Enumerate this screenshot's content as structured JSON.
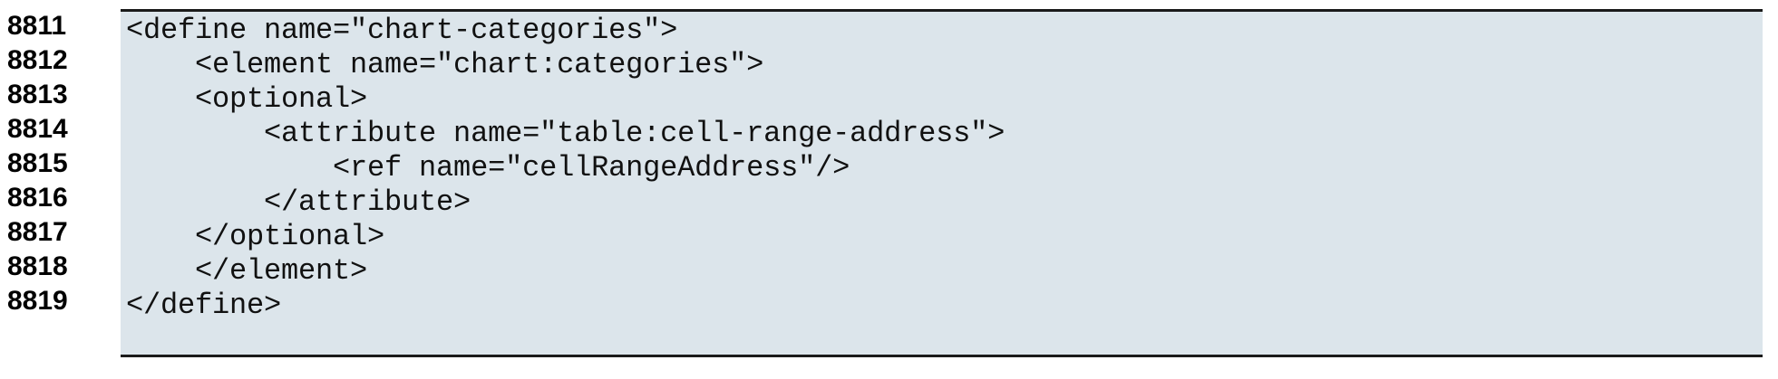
{
  "listing": {
    "language": "relax-ng-xml",
    "background_color": "#dce5eb",
    "border_color": "#1a1a1a",
    "text_color": "#111111",
    "line_number_color": "#000000",
    "first_line_number": 8811,
    "last_line_number": 8819,
    "line_numbers": [
      "8811",
      "8812",
      "8813",
      "8814",
      "8815",
      "8816",
      "8817",
      "8818",
      "8819"
    ],
    "lines": [
      "<define name=\"chart-categories\">",
      "    <element name=\"chart:categories\">",
      "    <optional>",
      "        <attribute name=\"table:cell-range-address\">",
      "            <ref name=\"cellRangeAddress\"/>",
      "        </attribute>",
      "    </optional>",
      "    </element>",
      "</define>"
    ],
    "rows": [
      {
        "num": "8811",
        "code": "<define name=\"chart-categories\">"
      },
      {
        "num": "8812",
        "code": "    <element name=\"chart:categories\">"
      },
      {
        "num": "8813",
        "code": "    <optional>"
      },
      {
        "num": "8814",
        "code": "        <attribute name=\"table:cell-range-address\">"
      },
      {
        "num": "8815",
        "code": "            <ref name=\"cellRangeAddress\"/>"
      },
      {
        "num": "8816",
        "code": "        </attribute>"
      },
      {
        "num": "8817",
        "code": "    </optional>"
      },
      {
        "num": "8818",
        "code": "    </element>"
      },
      {
        "num": "8819",
        "code": "</define>"
      }
    ]
  }
}
